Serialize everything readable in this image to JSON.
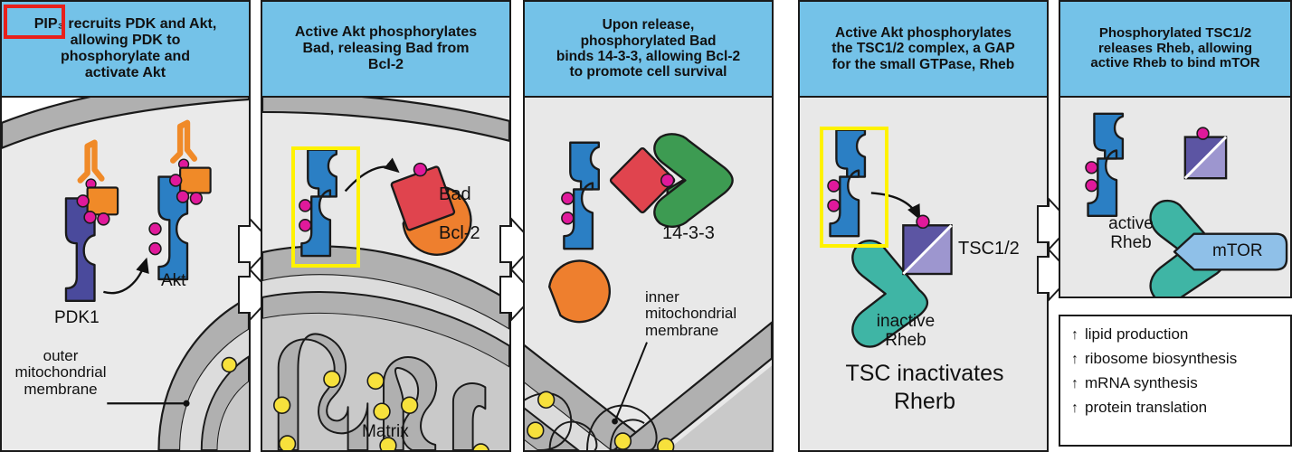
{
  "figure": {
    "title_visible": false,
    "colors": {
      "header_blue": "#74c2e8",
      "panel_gray": "#e8e8e8",
      "akt_blue": "#2b7fc4",
      "pdk1_purple": "#4a4a9c",
      "pip3_orange": "#f08a28",
      "phosphate_magenta": "#e0199b",
      "bad_red": "#e0444e",
      "bcl2_orange": "#ee7f2e",
      "fourteen33_green": "#3d9b52",
      "rheb_teal": "#3fb5a5",
      "mtor_blue": "#8fc0e8",
      "tsc_dark": "#5c55a3",
      "tsc_light": "#9d96cf",
      "membrane_gray": "#b0b0b0",
      "matrix_gray": "#c9c9c9",
      "granule_yellow": "#f7e13c",
      "highlight_yellow": "#fff200",
      "highlight_red": "#e8201b"
    }
  },
  "panels": [
    {
      "id": "panel-1",
      "header": "PIP₃ recruits PDK and Akt, allowing PDK to phosphorylate and activate Akt",
      "header_lines": [
        "PIP₃ recruits PDK and Akt,",
        "allowing PDK to",
        "phosphorylate and",
        "activate Akt"
      ],
      "highlight": {
        "type": "red-box",
        "target": "PIP₃"
      },
      "labels": [
        {
          "name": "pdk1-label",
          "text": "PDK1"
        },
        {
          "name": "akt-label",
          "text": "Akt"
        },
        {
          "name": "outer-membrane-label",
          "text": "outer mitochondrial membrane",
          "lines": [
            "outer",
            "mitochondrial",
            "membrane"
          ]
        }
      ],
      "molecules": [
        "PDK1",
        "Akt",
        "PIP₃"
      ]
    },
    {
      "id": "panel-2",
      "header": "Active Akt phosphorylates Bad, releasing Bad from Bcl-2",
      "header_lines": [
        "Active Akt phosphorylates",
        "Bad, releasing Bad from",
        "Bcl-2"
      ],
      "highlight": {
        "type": "yellow-box",
        "target": "Akt"
      },
      "labels": [
        {
          "name": "bad-label",
          "text": "Bad"
        },
        {
          "name": "bcl2-label",
          "text": "Bcl-2"
        },
        {
          "name": "matrix-label",
          "text": "Matrix"
        }
      ],
      "molecules": [
        "Akt",
        "Bad",
        "Bcl-2"
      ]
    },
    {
      "id": "panel-3",
      "header": "Upon release, phosphorylated Bad binds 14-3-3, allowing Bcl-2 to promote cell survival",
      "header_lines": [
        "Upon release,",
        "phosphorylated Bad",
        "binds 14-3-3, allowing Bcl-2",
        "to promote cell survival"
      ],
      "highlight": null,
      "labels": [
        {
          "name": "fourteen-three-three-label",
          "text": "14-3-3"
        },
        {
          "name": "inner-membrane-label",
          "text": "inner mitochondrial membrane",
          "lines": [
            "inner",
            "mitochondrial",
            "membrane"
          ]
        }
      ],
      "molecules": [
        "Akt",
        "Bad",
        "14-3-3",
        "Bcl-2"
      ]
    },
    {
      "id": "panel-4",
      "header": "Active Akt phosphorylates the TSC1/2 complex, a GAP for the small GTPase, Rheb",
      "header_lines": [
        "Active Akt phosphorylates",
        "the TSC1/2 complex, a GAP",
        "for the small GTPase, Rheb"
      ],
      "highlight": {
        "type": "yellow-box",
        "target": "Akt"
      },
      "labels": [
        {
          "name": "tsc12-label",
          "text": "TSC1/2"
        },
        {
          "name": "inactive-rheb-label",
          "text": "inactive Rheb",
          "lines": [
            "inactive",
            "Rheb"
          ]
        },
        {
          "name": "tsc-inactivates-caption",
          "text": "TSC inactivates Rherb",
          "lines": [
            "TSC inactivates",
            "Rherb"
          ]
        }
      ],
      "molecules": [
        "Akt",
        "TSC1/2",
        "Rheb"
      ]
    },
    {
      "id": "panel-5",
      "header": "Phosphorylated TSC1/2 releases Rheb, allowing active Rheb to bind mTOR",
      "header_lines": [
        "Phosphorylated TSC1/2",
        "releases Rheb, allowing",
        "active Rheb to bind mTOR"
      ],
      "highlight": null,
      "labels": [
        {
          "name": "active-rheb-label",
          "text": "active Rheb",
          "lines": [
            "active",
            "Rheb"
          ]
        },
        {
          "name": "mtor-label",
          "text": "mTOR"
        }
      ],
      "molecules": [
        "Akt",
        "TSC1/2",
        "Rheb",
        "mTOR"
      ],
      "outcomes": [
        {
          "arrow": "↑",
          "text": "lipid production"
        },
        {
          "arrow": "↑",
          "text": "ribosome biosynthesis"
        },
        {
          "arrow": "↑",
          "text": "mRNA synthesis"
        },
        {
          "arrow": "↑",
          "text": "protein translation"
        }
      ]
    }
  ]
}
